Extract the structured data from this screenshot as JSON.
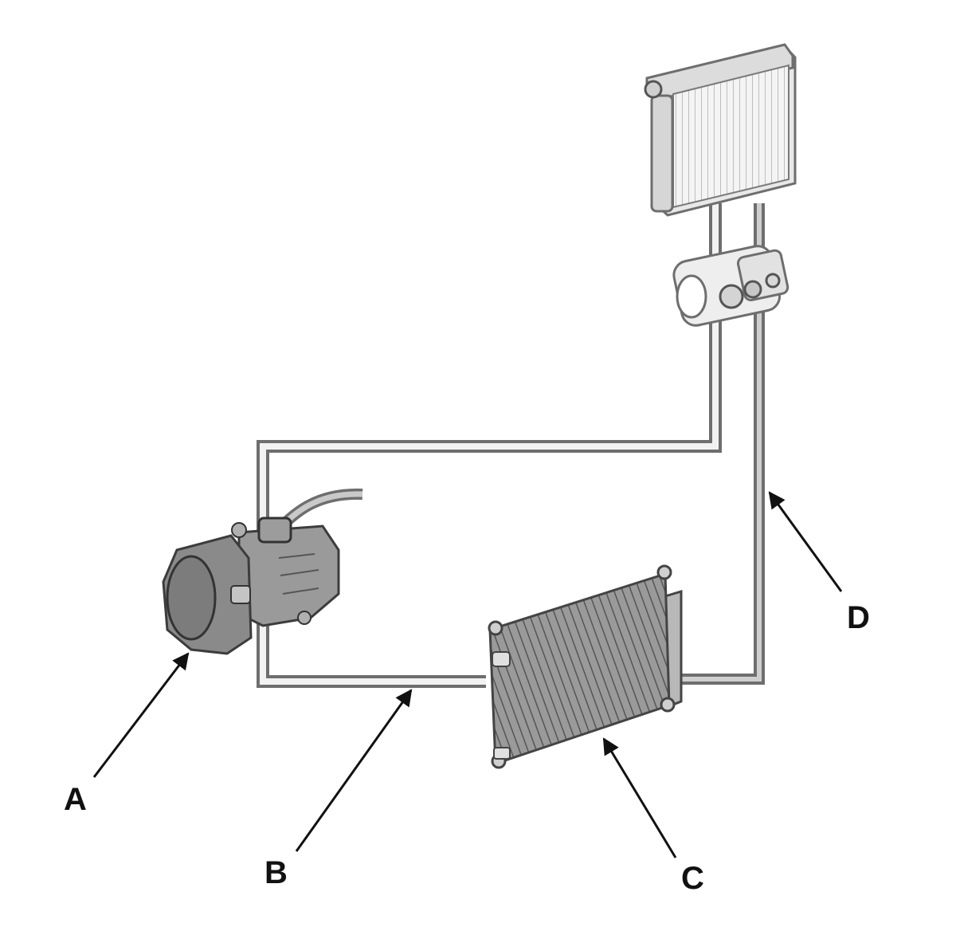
{
  "diagram": {
    "labels": {
      "a": "A",
      "b": "B",
      "c": "C",
      "d": "D"
    },
    "colors": {
      "pipe_outline": "#6e6e6e",
      "pipe_fill": "#f2f2f2",
      "component_dark": "#8c8c8c",
      "component_light": "#e6e6e6",
      "arrow": "#111111",
      "background": "#ffffff"
    }
  }
}
